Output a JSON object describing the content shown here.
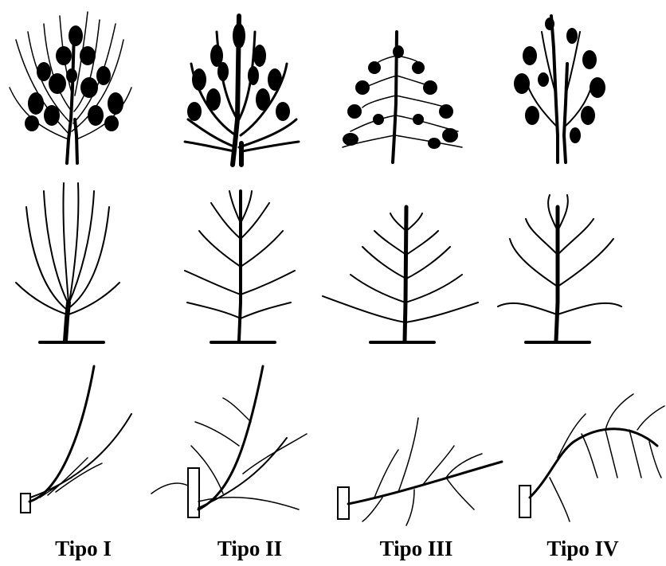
{
  "types": [
    {
      "label": "Tipo I"
    },
    {
      "label": "Tipo II"
    },
    {
      "label": "Tipo III"
    },
    {
      "label": "Tipo IV"
    }
  ],
  "ink_color": "#000000",
  "paper_color": "#ffffff"
}
